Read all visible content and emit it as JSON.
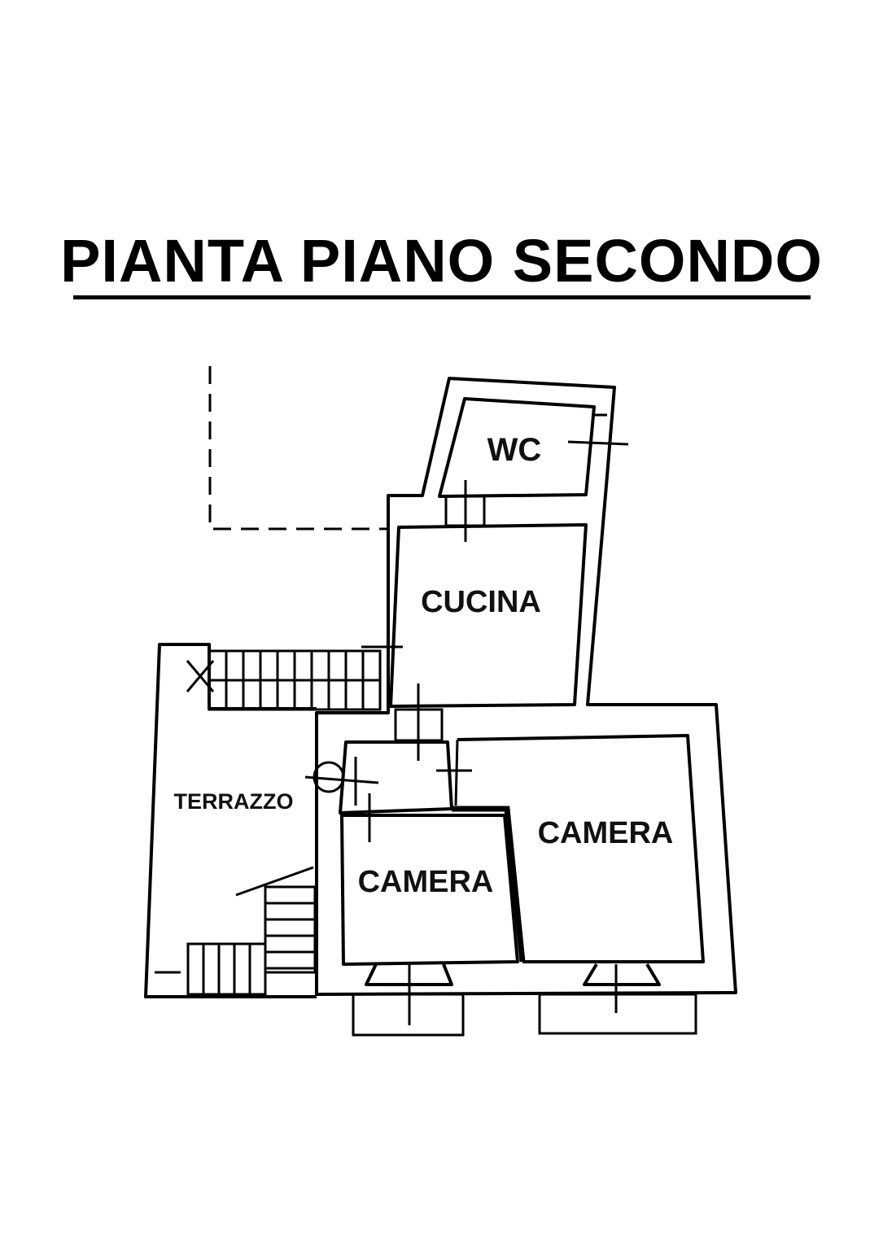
{
  "title": "PIANTA PIANO SECONDO",
  "rooms": {
    "wc": "WC",
    "kitchen": "CUCINA",
    "terrace": "TERRAZZO",
    "bedroom_right": "CAMERA",
    "bedroom_left": "CAMERA"
  }
}
